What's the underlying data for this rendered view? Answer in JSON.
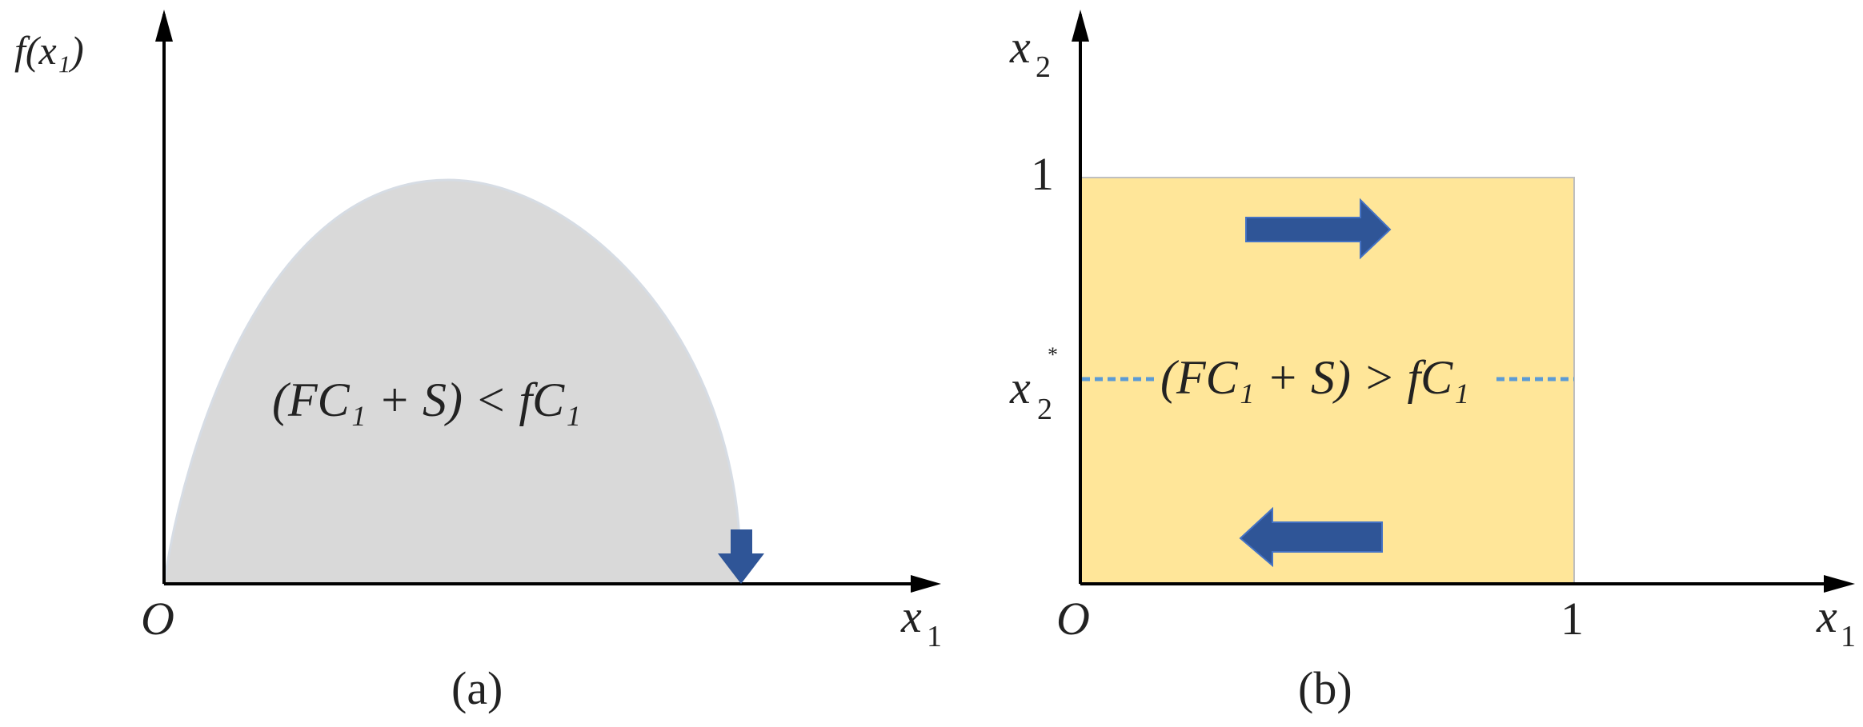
{
  "panel_a": {
    "y_axis_label": "f(x₁)",
    "origin_label": "O",
    "x_axis_label": "x",
    "x_axis_sub": "1",
    "region_label": "(FC₁ + S) < fC₁",
    "caption": "(a)",
    "region_color": "#D9D9D9",
    "arrow_color": "#2F5597"
  },
  "panel_b": {
    "y_axis_label": "x",
    "y_axis_sub": "2",
    "tick_y_1": "1",
    "tick_x_1": "1",
    "x2_star_label": "x",
    "x2_star_sub": "2",
    "x2_star_sup": "*",
    "origin_label": "O",
    "x_axis_label": "x",
    "x_axis_sub": "1",
    "region_label": "(FC₁ + S) > fC₁",
    "caption": "(b)",
    "region_color": "#FFE699",
    "dash_color": "#5B9BD5",
    "arrow_color": "#2F5597"
  }
}
